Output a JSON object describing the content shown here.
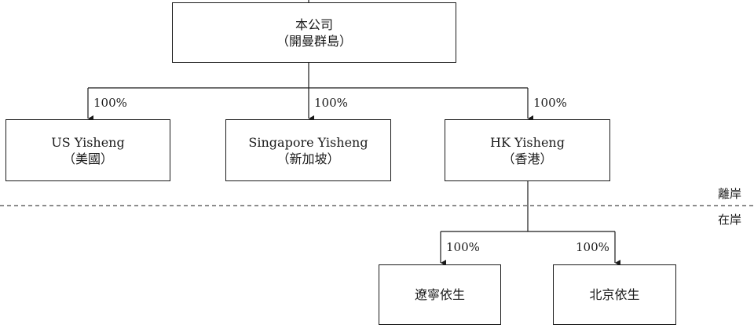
{
  "root": {
    "name": "本公司",
    "sub": "（開曼群島）"
  },
  "tier1": [
    {
      "name": "US Yisheng",
      "sub": "（美國）",
      "pct": "100%"
    },
    {
      "name": "Singapore Yisheng",
      "sub": "（新加坡）",
      "pct": "100%"
    },
    {
      "name": "HK Yisheng",
      "sub": "（香港）",
      "pct": "100%"
    }
  ],
  "tier2": [
    {
      "name": "遼寧依生",
      "pct": "100%"
    },
    {
      "name": "北京依生",
      "pct": "100%"
    }
  ],
  "zones": {
    "offshore": "離岸",
    "onshore": "在岸"
  }
}
